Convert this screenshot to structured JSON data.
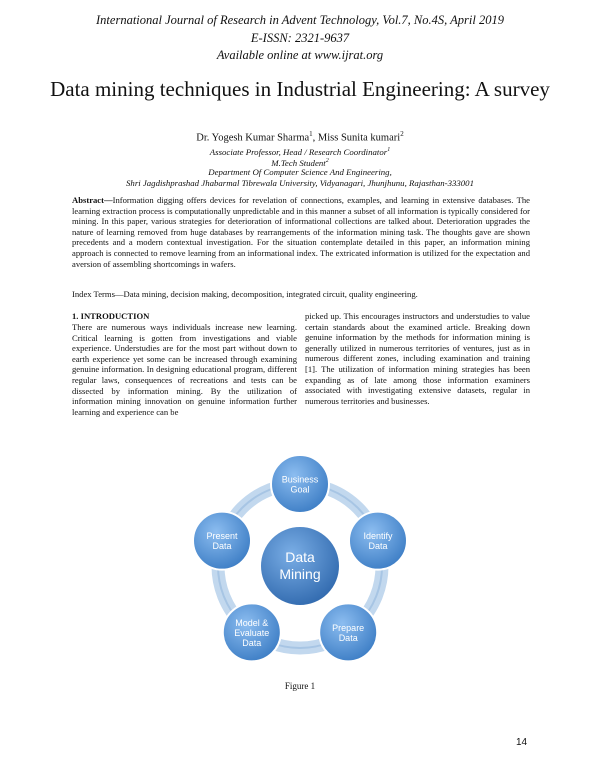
{
  "journal": {
    "line1": "International Journal of Research in Advent Technology, Vol.7, No.4S, April 2019",
    "line2": "E-ISSN: 2321-9637",
    "line3": "Available online at www.ijrat.org"
  },
  "paper": {
    "title": "Data mining techniques in Industrial Engineering: A survey",
    "authors": {
      "author1": "Dr. Yogesh Kumar Sharma",
      "sup1": "1",
      "separator": ", ",
      "author2": "Miss Sunita kumari",
      "sup2": "2"
    },
    "affiliation": {
      "role1": "Associate Professor, Head / Research Coordinator",
      "role1_sup": "1",
      "role2": "M.Tech Student",
      "role2_sup": "2",
      "department": "Department Of Computer Science And Engineering,",
      "university": "Shri Jagdishprashad Jhabarmal Tibrewala University, Vidyanagari, Jhunjhunu, Rajasthan-333001"
    },
    "abstract": {
      "label": "Abstract—",
      "text": "Information digging offers devices for revelation of connections, examples, and learning in extensive databases. The learning extraction process is computationally unpredictable and in this manner a subset of all information is typically considered for mining. In this paper, various strategies for deterioration of informational collections are talked about. Deterioration upgrades the nature of learning removed from huge databases by rearrangements of the information mining task. The thoughts gave are shown precedents and a modern contextual investigation. For the situation contemplate detailed in this paper, an information mining approach is connected to remove learning from an informational index. The extricated information is utilized for the expectation and aversion of assembling shortcomings in wafers."
    },
    "index_terms": "Index Terms—Data mining, decision making, decomposition, integrated circuit, quality engineering.",
    "section1": {
      "heading": "1.   INTRODUCTION",
      "left_text": "There are numerous ways individuals increase new learning. Critical learning is gotten from investigations and viable experience. Understudies are for the most part without down to earth experience yet some can be increased through examining genuine information. In designing educational program, different regular laws, consequences of recreations and tests can be dissected by information mining. By the utilization of information mining innovation on genuine information further learning and experience can be",
      "right_text": "picked up. This encourages instructors and understudies to value certain standards about the examined article. Breaking down genuine information by the methods for information mining is generally utilized in numerous territories of ventures, just as in numerous different zones, including examination and training [1]. The utilization of information mining strategies has been expanding as of late among those information examiners associated with investigating extensive datasets, regular in numerous territories and businesses."
    },
    "figure": {
      "center_line1": "Data",
      "center_line2": "Mining",
      "nodes": [
        {
          "line1": "Business",
          "line2": "Goal",
          "line3": ""
        },
        {
          "line1": "Identify",
          "line2": "Data",
          "line3": ""
        },
        {
          "line1": "Prepare",
          "line2": "Data",
          "line3": ""
        },
        {
          "line1": "Model &",
          "line2": "Evaluate",
          "line3": "Data"
        },
        {
          "line1": "Present",
          "line2": "Data",
          "line3": ""
        }
      ],
      "caption": "Figure 1",
      "colors": {
        "ring": "#b9d2ea",
        "node": "#4f8fd3",
        "center": "#3b78bf"
      }
    },
    "page_number": "14"
  }
}
